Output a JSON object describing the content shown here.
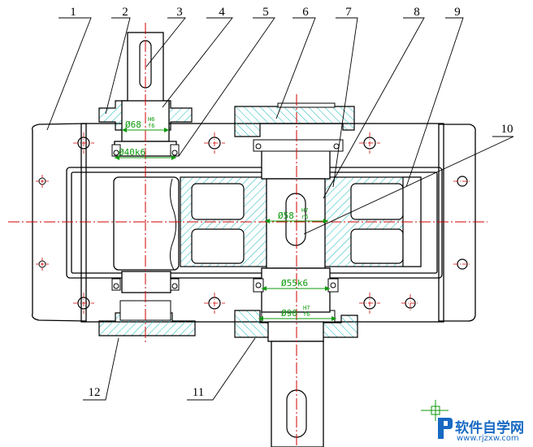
{
  "part_numbers": [
    "1",
    "2",
    "3",
    "4",
    "5",
    "6",
    "7",
    "8",
    "9",
    "10",
    "11",
    "12"
  ],
  "dimensions": {
    "d68": {
      "base": "Ø68",
      "num": "H6",
      "den": "f6"
    },
    "d40": {
      "base": "Ø40k6"
    },
    "d58": {
      "base": "Ø58",
      "num": "H7",
      "den": "r6"
    },
    "d55": {
      "base": "Ø55k6"
    },
    "d90": {
      "base": "Ø90",
      "num": "H7",
      "den": "f6"
    }
  },
  "watermark": {
    "title": "软件自学网",
    "url": "www.rjzxw.com"
  },
  "colors": {
    "outline": "#000000",
    "centerline": "#d10000",
    "hatch": "#16b8b8",
    "dimension": "#0c9a0c",
    "watermark": "#1769c2"
  }
}
